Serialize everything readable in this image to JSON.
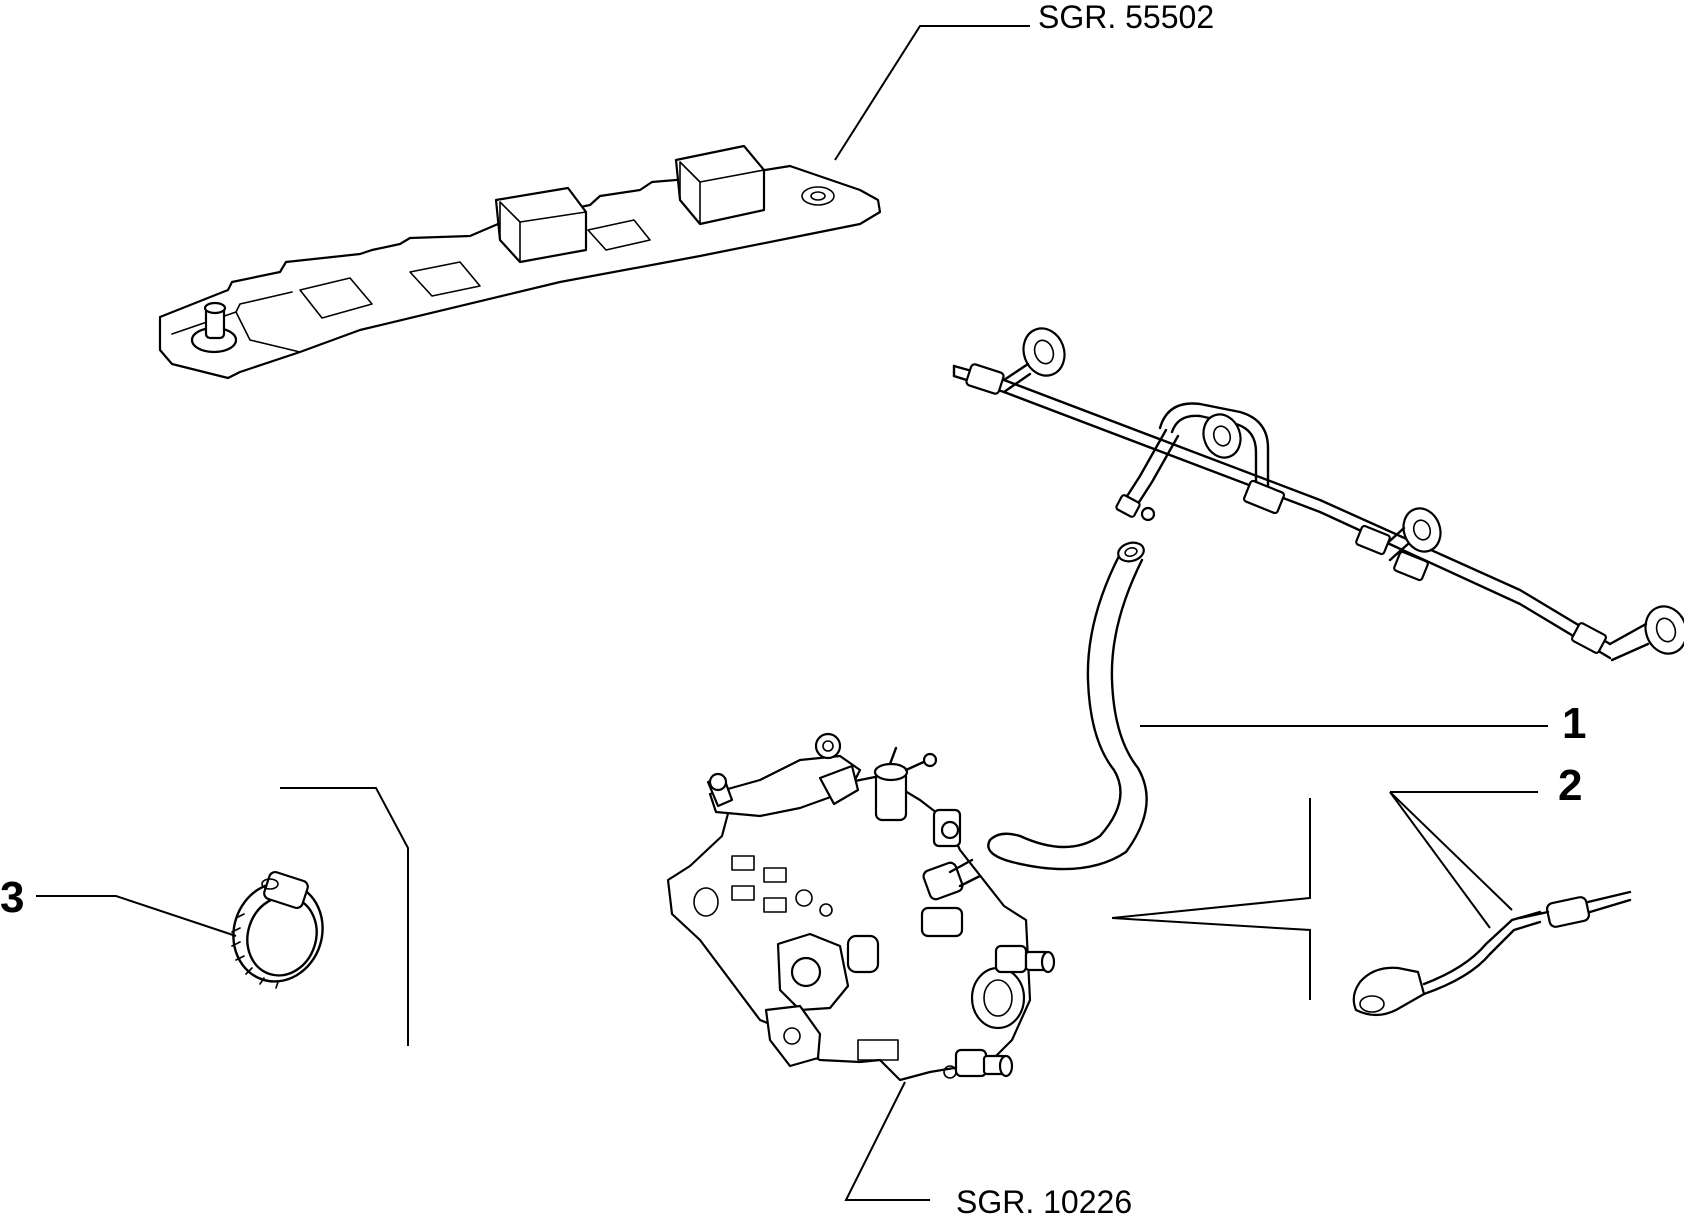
{
  "labels": {
    "ref_top": "SGR. 55502",
    "ref_bottom": "SGR. 10226",
    "part_1": "1",
    "part_2": "2",
    "part_3": "3"
  },
  "parts": [
    {
      "id": "1",
      "name": "hose"
    },
    {
      "id": "2",
      "name": "fuel-return-pipe"
    },
    {
      "id": "3",
      "name": "hose-clamp"
    }
  ],
  "colors": {
    "line": "#000000",
    "background": "#ffffff"
  }
}
